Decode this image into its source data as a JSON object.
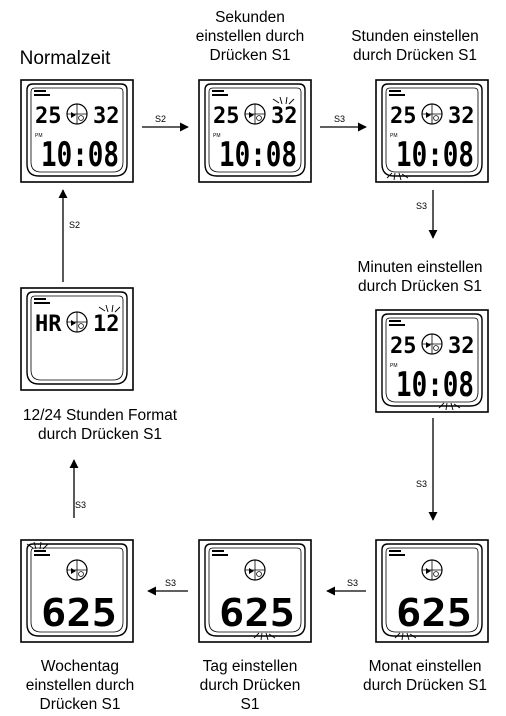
{
  "captions": {
    "normalzeit": "Normalzeit",
    "sekunden": "Sekunden\neinstellen durch\nDrücken S1",
    "stunden": "Stunden  einstellen\ndurch Drücken S1",
    "minuten": "Minuten einstellen\ndurch Drücken S1",
    "format": "12/24 Stunden Format\ndurch Drücken S1",
    "monat": "Monat   einstellen\ndurch Drücken S1",
    "tag": "Tag einstellen\ndurch Drücken\nS1",
    "wochentag": "Wochentag\neinstellen durch\nDrücken S1"
  },
  "arrows": {
    "s2_top": "S2",
    "s3_top": "S3",
    "s3_right_1": "S3",
    "s3_right_2": "S3",
    "s3_bottom_1": "S3",
    "s3_bottom_2": "S3",
    "s3_left": "S3",
    "s2_left": "S2"
  },
  "screens": {
    "time": {
      "left": "25",
      "right": "32",
      "main": "10:08",
      "pm": "PM"
    },
    "format": {
      "left": "HR",
      "right": "12"
    },
    "date": {
      "main": "625"
    }
  }
}
